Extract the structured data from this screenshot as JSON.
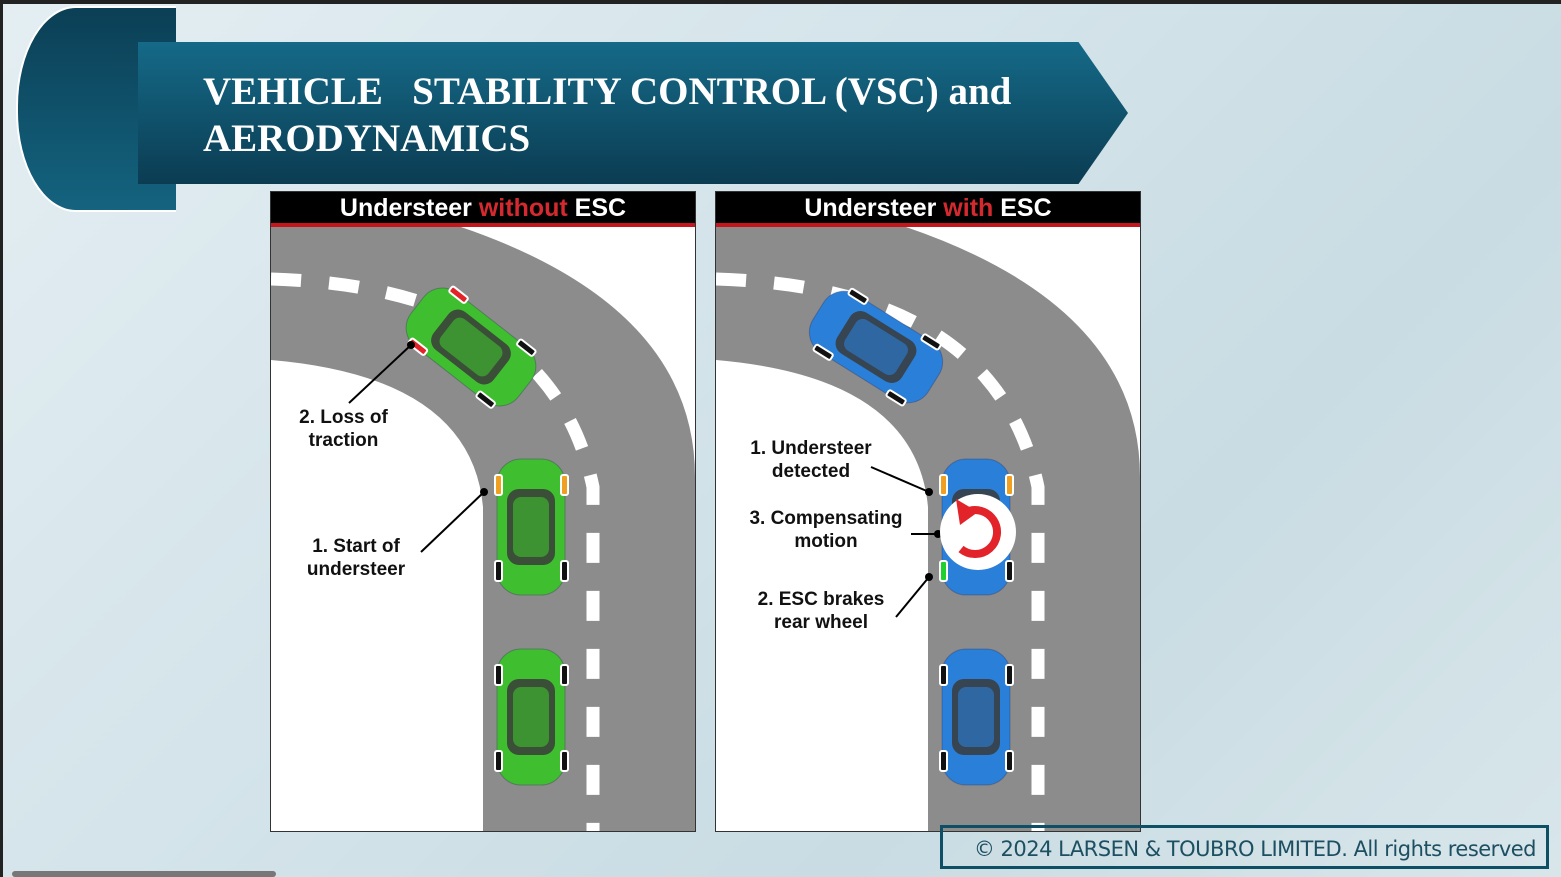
{
  "slide": {
    "title_line1": "VEHICLE   STABILITY CONTROL (VSC) and",
    "title_line2": "AERODYNAMICS"
  },
  "left_panel": {
    "title_a": "Understeer ",
    "title_b": "without",
    "title_c": " ESC",
    "labels": {
      "loss": "2. Loss of\ntraction",
      "start": "1. Start of\nundersteer"
    }
  },
  "right_panel": {
    "title_a": "Understeer ",
    "title_b": "with",
    "title_c": " ESC",
    "labels": {
      "detected": "1. Understeer\ndetected",
      "comp": "3. Compensating\nmotion",
      "brakes": "2. ESC brakes\nrear wheel"
    }
  },
  "footer": {
    "copyright": "© 2024 LARSEN & TOUBRO LIMITED. All rights reserved"
  },
  "colors": {
    "green_car": "#3fbf2f",
    "blue_car": "#2a7fd8",
    "road": "#8c8c8c",
    "accent": "#c4161c"
  }
}
